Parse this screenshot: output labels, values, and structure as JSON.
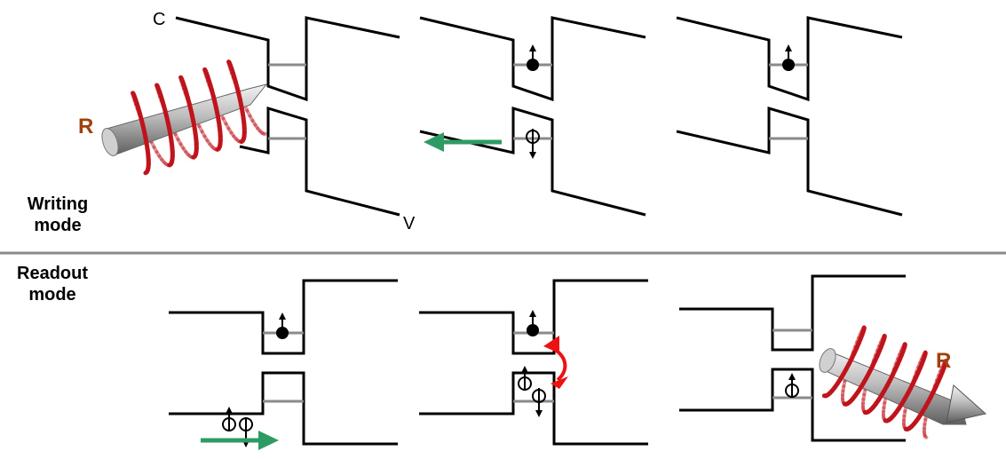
{
  "labels": {
    "conduction": "C",
    "valence": "V",
    "radiation_writing": "R",
    "radiation_readout": "R",
    "writing_mode": "Writing\nmode",
    "readout_mode": "Readout\nmode"
  },
  "colors": {
    "band_line": "#000000",
    "level_line": "#8a8a8a",
    "divider": "#8a8a8a",
    "drift_arrow": "#2e9a64",
    "recombination_arrow": "#ee1111",
    "helix": "#c0141c",
    "label_R": "#a0400a",
    "beam_light": "#e6e6e6",
    "beam_dark": "#6a6a6a"
  },
  "icons": {
    "electron": "filled-dot-with-spin-arrow",
    "hole": "open-circle-with-spin-arrow",
    "radiation": "gray-cylinder-with-red-helix"
  }
}
